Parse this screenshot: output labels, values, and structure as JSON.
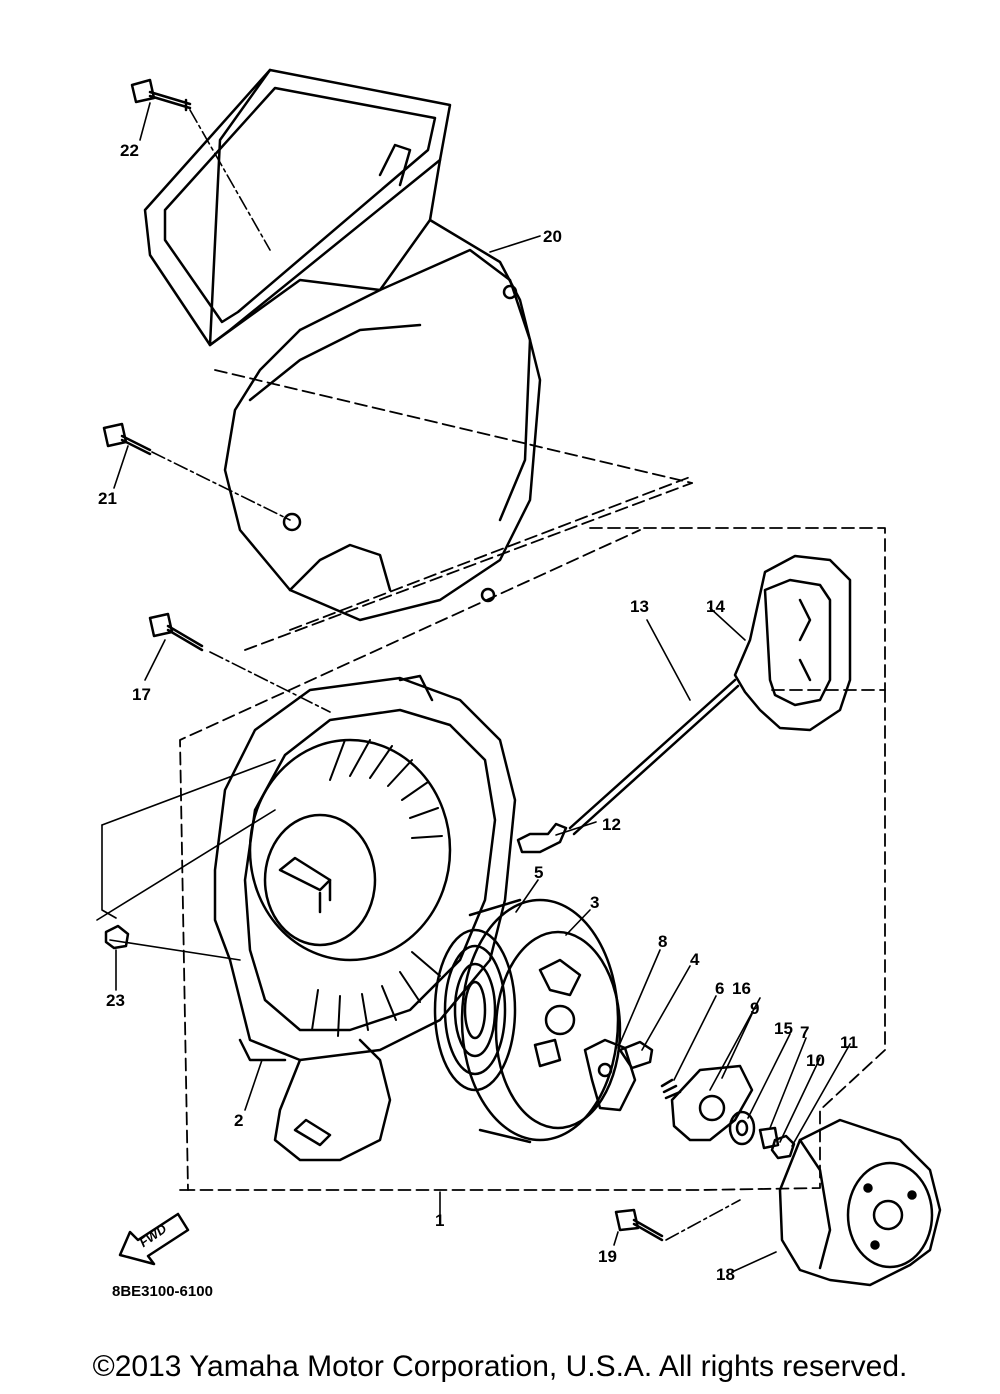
{
  "diagram": {
    "callouts": [
      "22",
      "20",
      "21",
      "14",
      "13",
      "17",
      "12",
      "5",
      "3",
      "8",
      "4",
      "6",
      "16",
      "9",
      "15",
      "7",
      "10",
      "11",
      "23",
      "2",
      "1",
      "19",
      "18"
    ],
    "part_code": "8BE3100-6100",
    "fwd_label": "FWD"
  },
  "footer": {
    "copyright": "©2013 Yamaha Motor Corporation, U.S.A. All rights reserved."
  }
}
